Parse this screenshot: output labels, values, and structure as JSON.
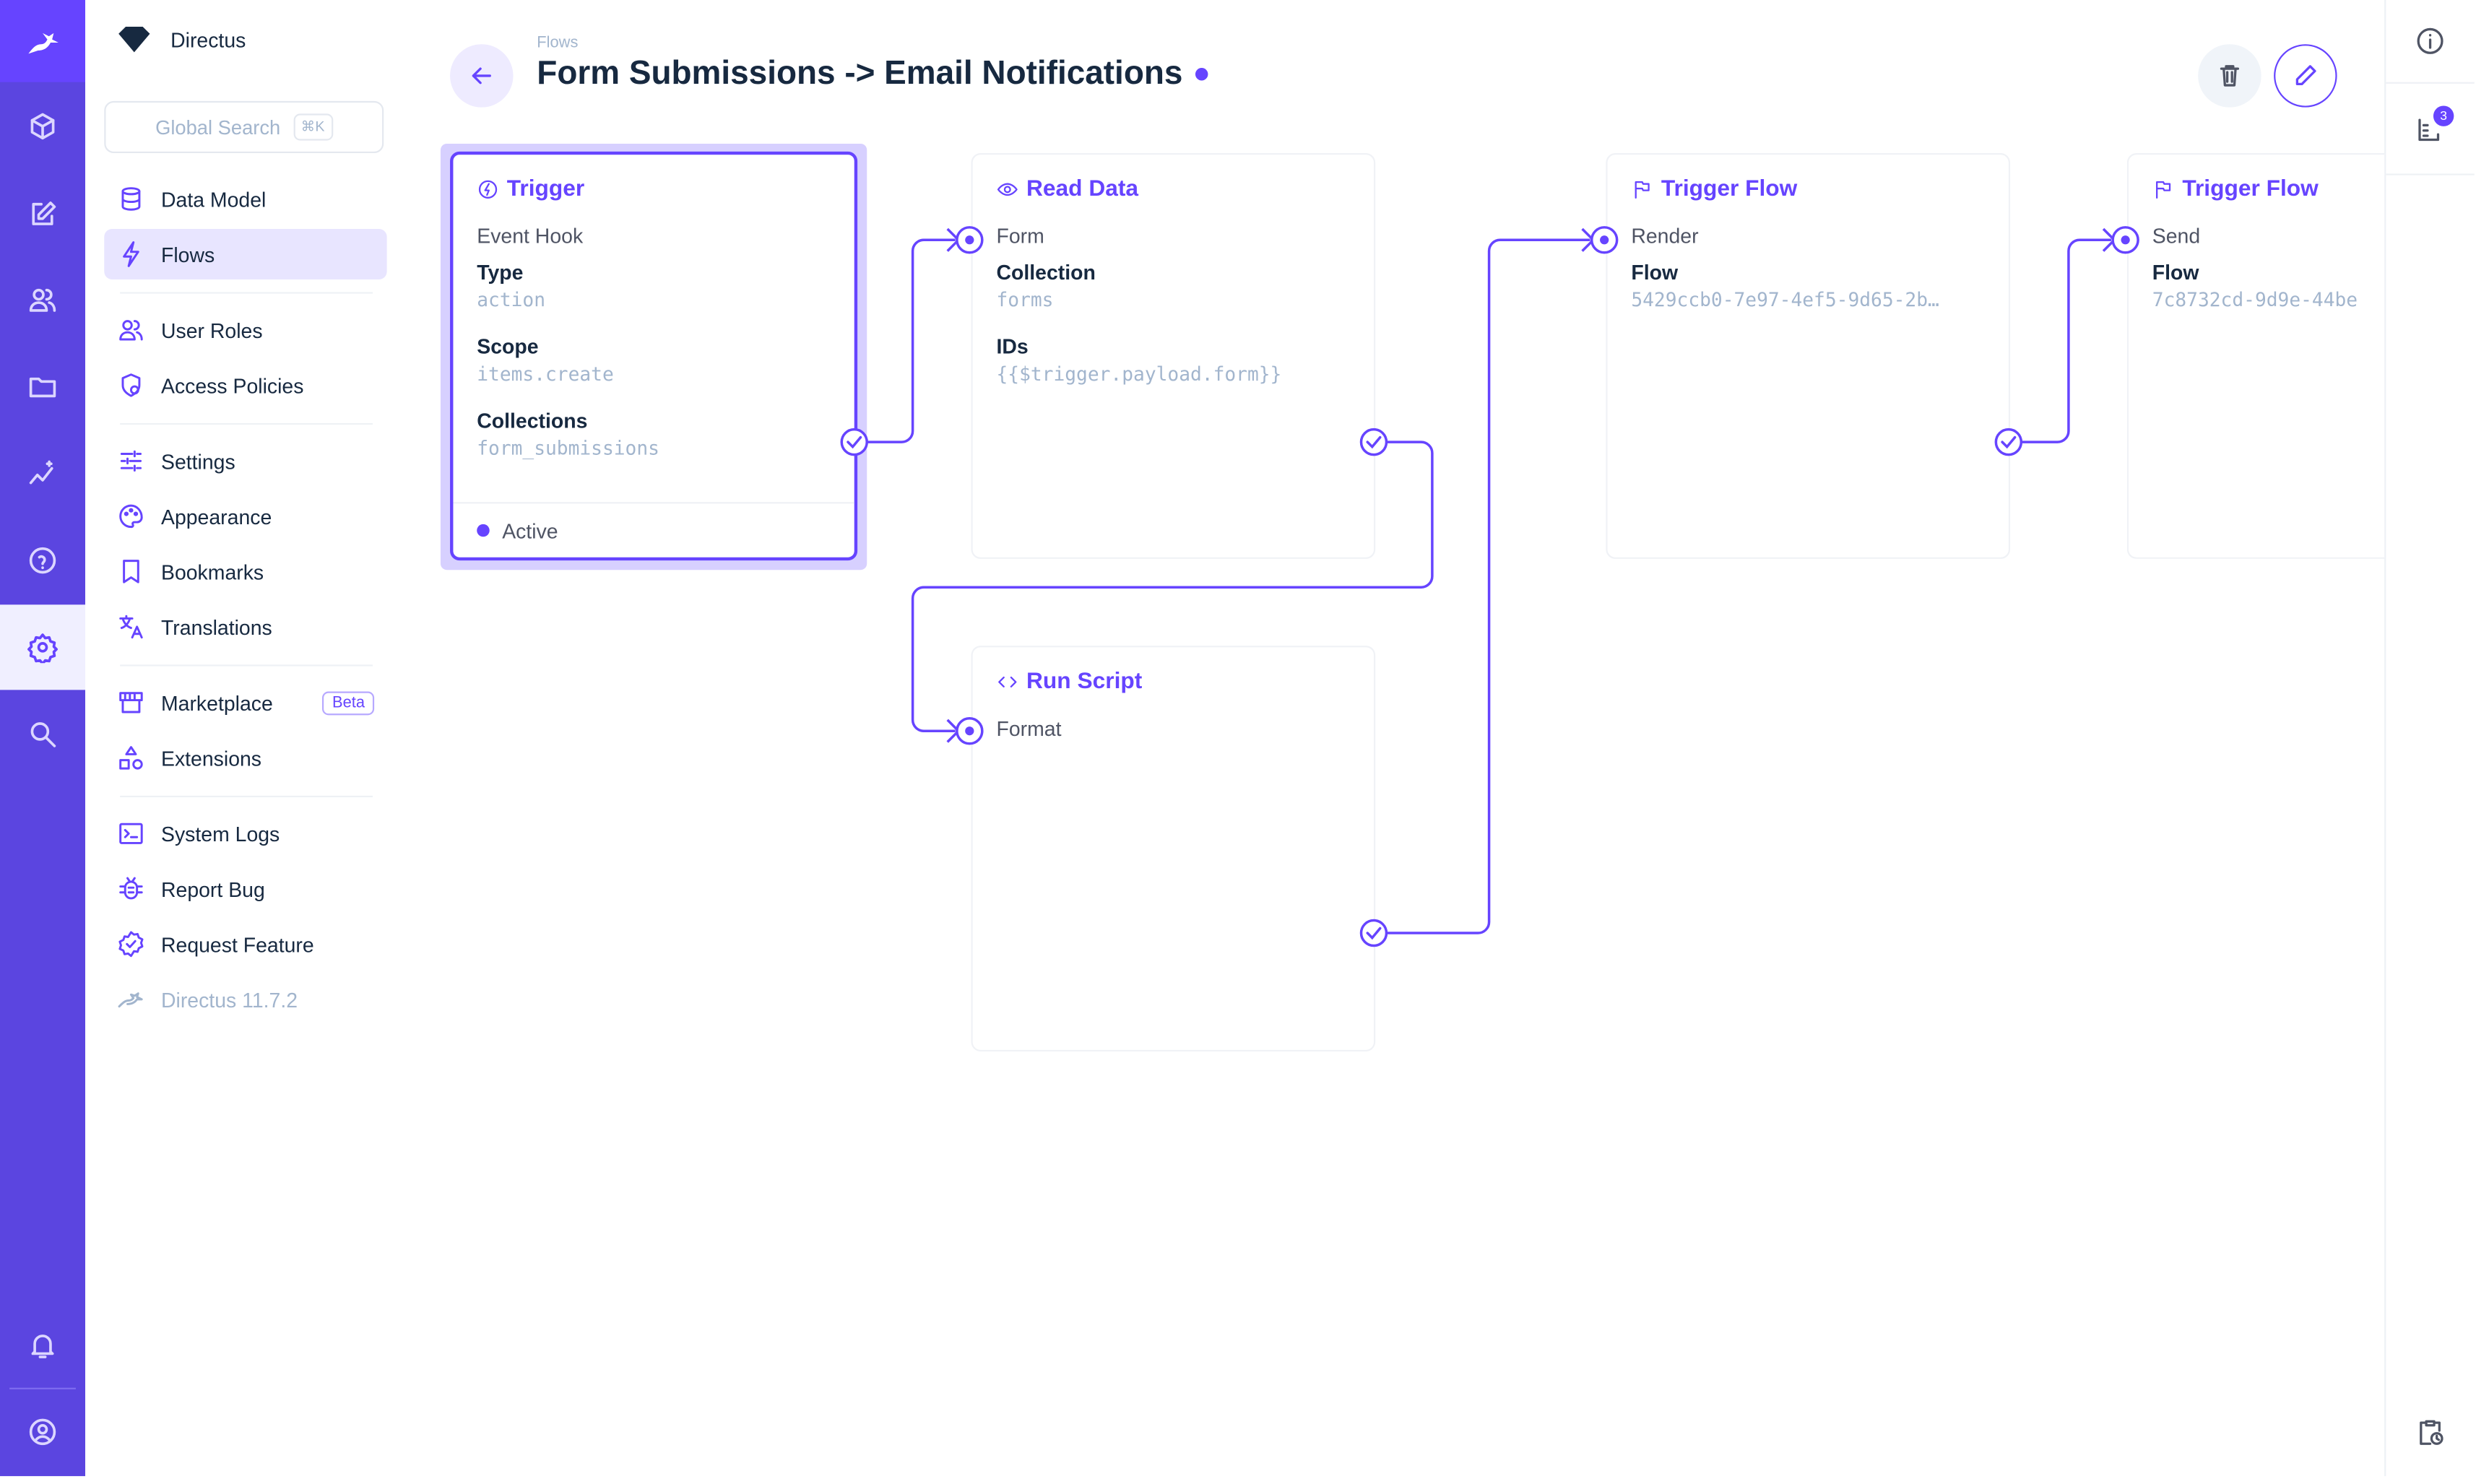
{
  "app": {
    "name": "Directus",
    "version": "Directus 11.7.2"
  },
  "colors": {
    "accent": "#6644ff",
    "rail": "#5b45e0",
    "selected_bg": "#e8e5ff"
  },
  "rail": {
    "items": [
      {
        "icon": "cube-icon"
      },
      {
        "icon": "edit-icon"
      },
      {
        "icon": "users-icon"
      },
      {
        "icon": "folder-icon"
      },
      {
        "icon": "insights-icon"
      },
      {
        "icon": "help-icon"
      },
      {
        "icon": "gear-icon",
        "selected": true
      },
      {
        "icon": "search-icon"
      }
    ],
    "bottom": [
      {
        "icon": "bell-icon"
      },
      {
        "icon": "account-icon"
      }
    ]
  },
  "nav": {
    "search": {
      "placeholder": "Global Search",
      "shortcut": "⌘K"
    },
    "items": [
      {
        "label": "Data Model",
        "icon": "database-icon"
      },
      {
        "label": "Flows",
        "icon": "bolt-icon",
        "selected": true
      },
      {
        "label": "User Roles",
        "icon": "users-icon"
      },
      {
        "label": "Access Policies",
        "icon": "shield-icon"
      },
      {
        "label": "Settings",
        "icon": "sliders-icon"
      },
      {
        "label": "Appearance",
        "icon": "palette-icon"
      },
      {
        "label": "Bookmarks",
        "icon": "bookmark-icon"
      },
      {
        "label": "Translations",
        "icon": "translate-icon"
      },
      {
        "label": "Marketplace",
        "icon": "store-icon",
        "badge": "Beta"
      },
      {
        "label": "Extensions",
        "icon": "shapes-icon"
      },
      {
        "label": "System Logs",
        "icon": "terminal-icon"
      },
      {
        "label": "Report Bug",
        "icon": "bug-icon"
      },
      {
        "label": "Request Feature",
        "icon": "verified-icon"
      }
    ]
  },
  "header": {
    "breadcrumb": "Flows",
    "title": "Form Submissions -> Email Notifications",
    "status": "active"
  },
  "right_sidebar": {
    "logs_badge": "3"
  },
  "flow": {
    "trigger": {
      "title": "Trigger",
      "subtitle": "Event Hook",
      "fields": [
        {
          "label": "Type",
          "value": "action"
        },
        {
          "label": "Scope",
          "value": "items.create"
        },
        {
          "label": "Collections",
          "value": "form_submissions"
        }
      ],
      "status": "Active"
    },
    "read_data": {
      "title": "Read Data",
      "subtitle": "Form",
      "fields": [
        {
          "label": "Collection",
          "value": "forms"
        },
        {
          "label": "IDs",
          "value": "{{$trigger.payload.form}}"
        }
      ]
    },
    "run_script": {
      "title": "Run Script",
      "subtitle": "Format"
    },
    "trigger_flow_1": {
      "title": "Trigger Flow",
      "subtitle": "Render",
      "fields": [
        {
          "label": "Flow",
          "value": "5429ccb0-7e97-4ef5-9d65-2b…"
        }
      ]
    },
    "trigger_flow_2": {
      "title": "Trigger Flow",
      "subtitle": "Send",
      "fields": [
        {
          "label": "Flow",
          "value": "7c8732cd-9d9e-44be"
        }
      ]
    }
  }
}
